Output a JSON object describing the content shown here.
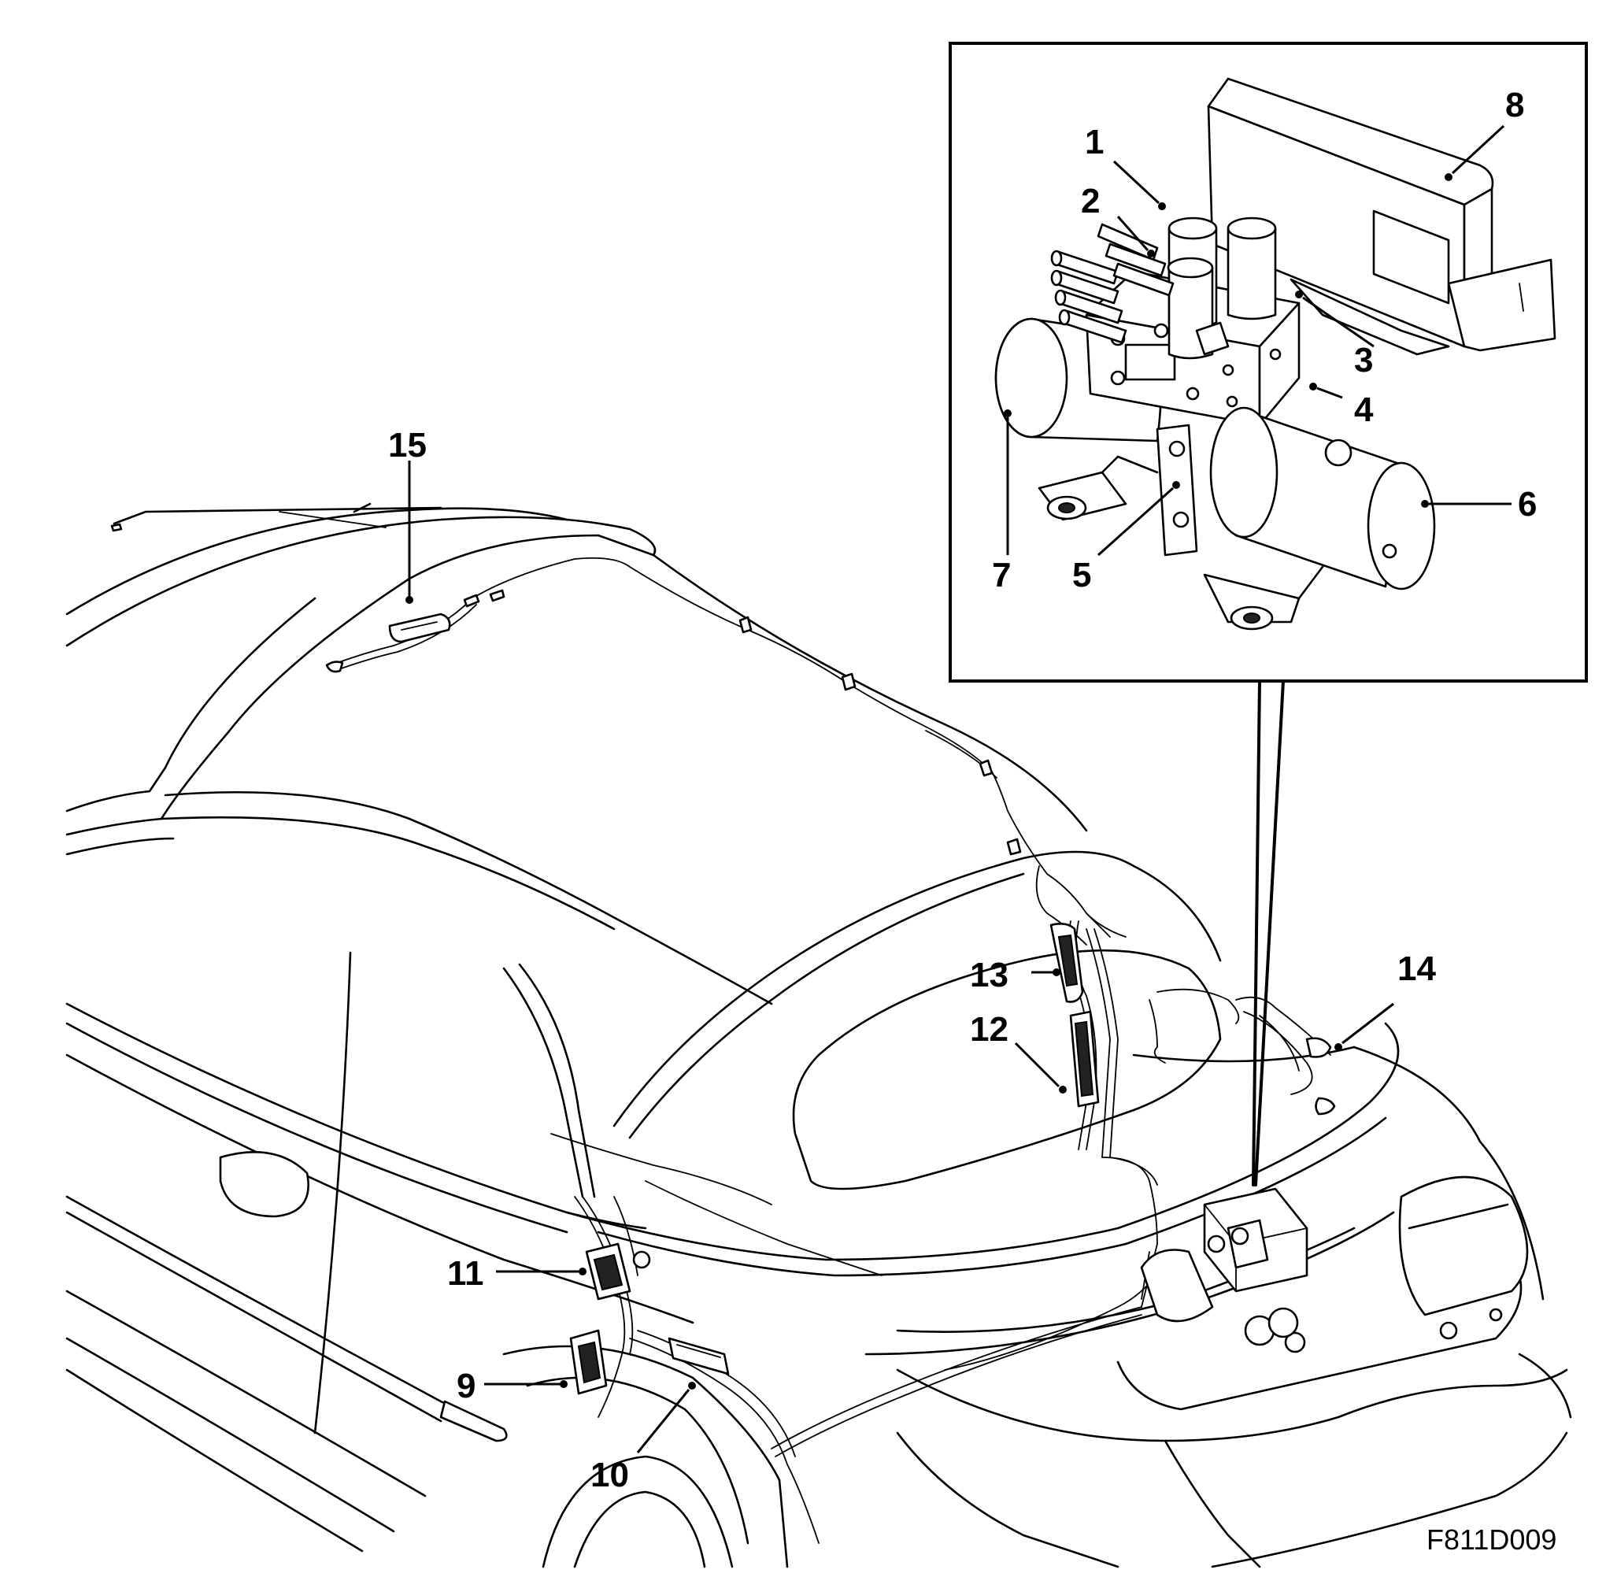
{
  "callouts": {
    "c1": "1",
    "c2": "2",
    "c3": "3",
    "c4": "4",
    "c5": "5",
    "c6": "6",
    "c7": "7",
    "c8": "8",
    "c9": "9",
    "c10": "10",
    "c11": "11",
    "c12": "12",
    "c13": "13",
    "c14": "14",
    "c15": "15"
  },
  "figure_ref": "F811D009"
}
